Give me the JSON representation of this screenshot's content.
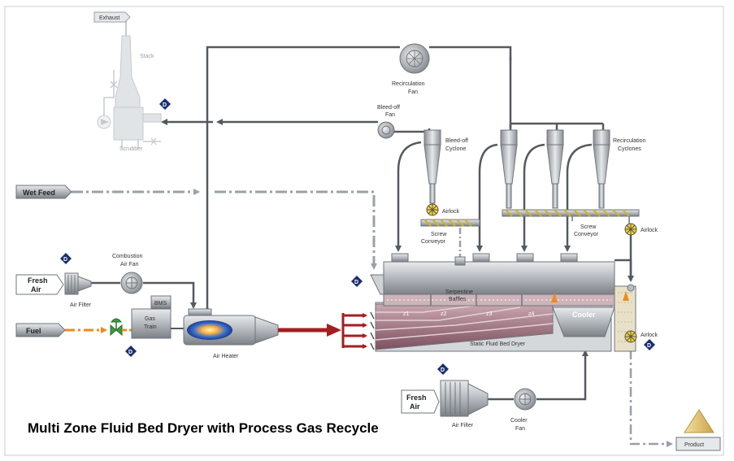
{
  "title": "Multi Zone Fluid Bed Dryer with Process Gas Recycle",
  "labels": {
    "exhaust": "Exhaust",
    "stack": "Stack",
    "scrubber": "Scrubber",
    "recirc_fan": [
      "Recirculation",
      "Fan"
    ],
    "bleed_fan": [
      "Bleed-off",
      "Fan"
    ],
    "bleed_cyclone": [
      "Bleed-off",
      "Cyclone"
    ],
    "recirc_cyclones": [
      "Recirculation",
      "Cyclones"
    ],
    "airlock": "Airlock",
    "screw_conveyor": [
      "Screw",
      "Conveyor"
    ],
    "wet_feed": "Wet Feed",
    "fresh_air": [
      "Fresh",
      "Air"
    ],
    "air_filter": "Air Filter",
    "combustion_fan": [
      "Combustion",
      "Air Fan"
    ],
    "bms": "BMS",
    "gas_train": [
      "Gas",
      "Train"
    ],
    "fuel": "Fuel",
    "air_heater": "Air Heater",
    "serpentine": [
      "Serpentine",
      "Baffles"
    ],
    "zones": [
      "z1",
      "z2",
      "z3",
      "z4"
    ],
    "cooler": "Cooler",
    "static_bed": "Static Fluid Bed Dryer",
    "cooler_fan": [
      "Cooler",
      "Fan"
    ],
    "product": "Product",
    "d_marker": "D"
  },
  "colors": {
    "pipe": "#555a60",
    "hot_gas": "#a41e22",
    "fuel_line": "#f08a1e",
    "feed_line": "#9aa0a8",
    "green_valve": "#3d9a3d",
    "marker": "#1b2f6e",
    "bed": "#a07683",
    "screw": "#f2d233"
  }
}
